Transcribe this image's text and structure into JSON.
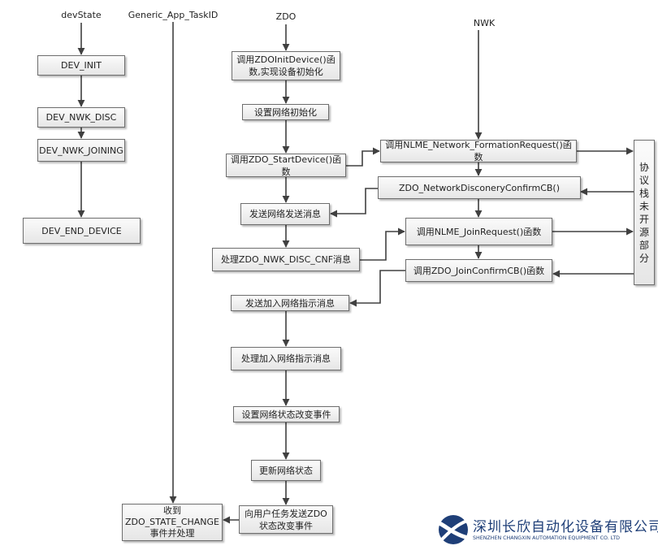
{
  "columns": {
    "devstate": "devState",
    "taskid": "Generic_App_TaskID",
    "zdo": "ZDO",
    "nwk": "NWK"
  },
  "devstate_boxes": [
    "DEV_INIT",
    "DEV_NWK_DISC",
    "DEV_NWK_JOINING",
    "DEV_END_DEVICE"
  ],
  "zdo_boxes": [
    "调用ZDOInitDevice()函\n数,实现设备初始化",
    "设置网络初始化",
    "调用ZDO_StartDevice()函数",
    "发送网络发送消息",
    "处理ZDO_NWK_DISC_CNF消息",
    "发送加入网络指示消息",
    "处理加入网络指示消息",
    "设置网络状态改变事件",
    "更新网络状态",
    "向用户任务发送ZDO\n状态改变事件"
  ],
  "nwk_boxes": [
    "调用NLME_Network_FormationRequest()函数",
    "ZDO_NetworkDisconeryConfirmCB()",
    "调用NLME_JoinRequest()函数",
    "调用ZDO_JoinConfirmCB()函数"
  ],
  "stack_box": [
    "协",
    "议",
    "栈",
    "未",
    "开",
    "源",
    "部",
    "分"
  ],
  "app_box": "收到\nZDO_STATE_CHANGE\n事件并处理",
  "logo": {
    "name_cn": "深圳长欣自动化设备有限公司",
    "name_en": "SHENZHEN CHANGXIN AUTOMATION EQUIPMENT CO. LTD",
    "color": "#1f3f78"
  },
  "colors": {
    "line": "#404040",
    "box_border": "#6e6e6e"
  }
}
